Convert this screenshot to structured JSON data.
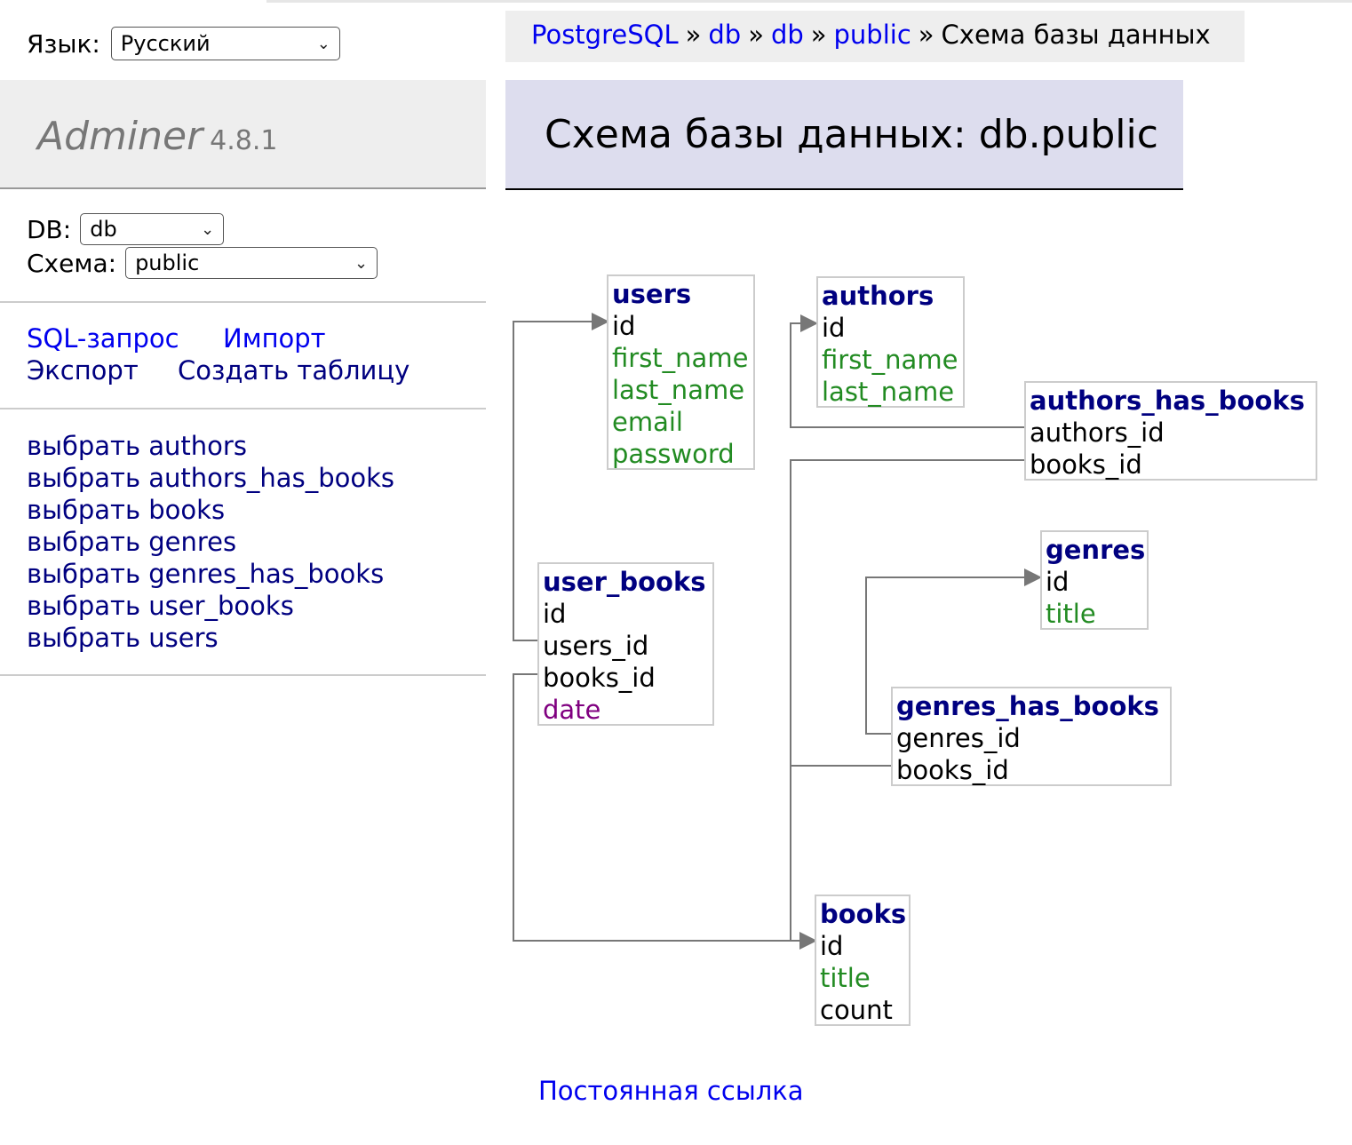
{
  "language": {
    "label": "Язык:",
    "selected": "Русский"
  },
  "logo": {
    "name": "Adminer",
    "version": "4.8.1"
  },
  "db_select": {
    "label": "DB:",
    "selected": "db"
  },
  "schema_select": {
    "label": "Схема:",
    "selected": "public"
  },
  "menu_links": {
    "sql": "SQL-запрос",
    "import": "Импорт",
    "export": "Экспорт",
    "create_table": "Создать таблицу"
  },
  "table_links": [
    "выбрать authors",
    "выбрать authors_has_books",
    "выбрать books",
    "выбрать genres",
    "выбрать genres_has_books",
    "выбрать user_books",
    "выбрать users"
  ],
  "breadcrumb": {
    "items": [
      "PostgreSQL",
      "db",
      "db",
      "public"
    ],
    "current": "Схема базы данных",
    "separator": "»"
  },
  "page_title": "Схема базы данных: db.public",
  "permalink": "Постоянная ссылка",
  "schema_tables": {
    "users": {
      "name": "users",
      "columns": [
        "id",
        "first_name",
        "last_name",
        "email",
        "password"
      ]
    },
    "authors": {
      "name": "authors",
      "columns": [
        "id",
        "first_name",
        "last_name"
      ]
    },
    "authors_has_books": {
      "name": "authors_has_books",
      "columns": [
        "authors_id",
        "books_id"
      ]
    },
    "genres": {
      "name": "genres",
      "columns": [
        "id",
        "title"
      ]
    },
    "user_books": {
      "name": "user_books",
      "columns": [
        "id",
        "users_id",
        "books_id",
        "date"
      ]
    },
    "genres_has_books": {
      "name": "genres_has_books",
      "columns": [
        "genres_id",
        "books_id"
      ]
    },
    "books": {
      "name": "books",
      "columns": [
        "id",
        "title",
        "count"
      ]
    }
  },
  "colors": {
    "link": "#0000ee",
    "table_name": "#000080",
    "string_column": "#228b22",
    "date_column": "#800080",
    "heading_bg": "#ddddee"
  }
}
